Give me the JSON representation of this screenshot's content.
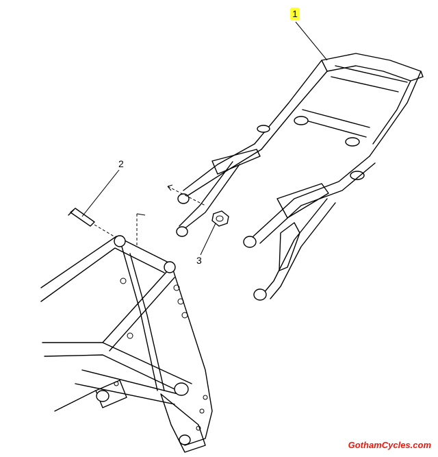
{
  "callouts": [
    {
      "number": "1",
      "highlighted": true,
      "highlight_color": "#ffff33"
    },
    {
      "number": "2",
      "highlighted": false
    },
    {
      "number": "3",
      "highlighted": false
    }
  ],
  "watermark": {
    "text": "GothamCycles.com",
    "color": "#e8190f"
  }
}
